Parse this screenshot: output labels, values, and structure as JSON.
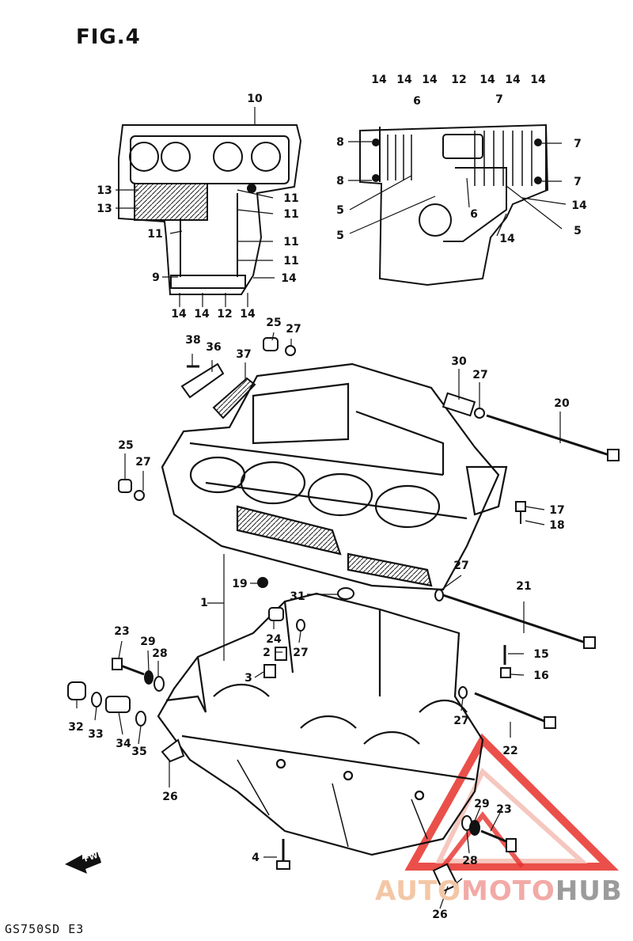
{
  "figure_title": "FIG.4",
  "model_code": "GS750SD E3",
  "watermark": {
    "part1": "AUTO",
    "part2": "MOTO",
    "part3": "HUB",
    "color_light": "#f4c7a8",
    "color_red": "#e22b25"
  },
  "fwd_label": "FWD",
  "callouts": [
    {
      "id": "c1",
      "text": "1"
    },
    {
      "id": "c2",
      "text": "2"
    },
    {
      "id": "c3",
      "text": "3"
    },
    {
      "id": "c4",
      "text": "4"
    },
    {
      "id": "c5a",
      "text": "5"
    },
    {
      "id": "c5b",
      "text": "5"
    },
    {
      "id": "c5c",
      "text": "5"
    },
    {
      "id": "c6a",
      "text": "6"
    },
    {
      "id": "c6b",
      "text": "6"
    },
    {
      "id": "c7a",
      "text": "7"
    },
    {
      "id": "c7b",
      "text": "7"
    },
    {
      "id": "c7c",
      "text": "7"
    },
    {
      "id": "c8a",
      "text": "8"
    },
    {
      "id": "c8b",
      "text": "8"
    },
    {
      "id": "c9",
      "text": "9"
    },
    {
      "id": "c10",
      "text": "10"
    },
    {
      "id": "c11a",
      "text": "11"
    },
    {
      "id": "c11b",
      "text": "11"
    },
    {
      "id": "c11c",
      "text": "11"
    },
    {
      "id": "c11d",
      "text": "11"
    },
    {
      "id": "c11e",
      "text": "11"
    },
    {
      "id": "c12a",
      "text": "12"
    },
    {
      "id": "c12b",
      "text": "12"
    },
    {
      "id": "c13a",
      "text": "13"
    },
    {
      "id": "c13b",
      "text": "13"
    },
    {
      "id": "c14a",
      "text": "14"
    },
    {
      "id": "c14b",
      "text": "14"
    },
    {
      "id": "c14c",
      "text": "14"
    },
    {
      "id": "c14d",
      "text": "14"
    },
    {
      "id": "c14e",
      "text": "14"
    },
    {
      "id": "c14f",
      "text": "14"
    },
    {
      "id": "c14g",
      "text": "14"
    },
    {
      "id": "c14h",
      "text": "14"
    },
    {
      "id": "c14i",
      "text": "14"
    },
    {
      "id": "c14j",
      "text": "14"
    },
    {
      "id": "c14k",
      "text": "14"
    },
    {
      "id": "c14l",
      "text": "14"
    },
    {
      "id": "c15",
      "text": "15"
    },
    {
      "id": "c16",
      "text": "16"
    },
    {
      "id": "c17",
      "text": "17"
    },
    {
      "id": "c18",
      "text": "18"
    },
    {
      "id": "c19",
      "text": "19"
    },
    {
      "id": "c20",
      "text": "20"
    },
    {
      "id": "c21",
      "text": "21"
    },
    {
      "id": "c22",
      "text": "22"
    },
    {
      "id": "c23a",
      "text": "23"
    },
    {
      "id": "c23b",
      "text": "23"
    },
    {
      "id": "c24",
      "text": "24"
    },
    {
      "id": "c25a",
      "text": "25"
    },
    {
      "id": "c25b",
      "text": "25"
    },
    {
      "id": "c26a",
      "text": "26"
    },
    {
      "id": "c26b",
      "text": "26"
    },
    {
      "id": "c27a",
      "text": "27"
    },
    {
      "id": "c27b",
      "text": "27"
    },
    {
      "id": "c27c",
      "text": "27"
    },
    {
      "id": "c27d",
      "text": "27"
    },
    {
      "id": "c27e",
      "text": "27"
    },
    {
      "id": "c27f",
      "text": "27"
    },
    {
      "id": "c28a",
      "text": "28"
    },
    {
      "id": "c28b",
      "text": "28"
    },
    {
      "id": "c29a",
      "text": "29"
    },
    {
      "id": "c29b",
      "text": "29"
    },
    {
      "id": "c30",
      "text": "30"
    },
    {
      "id": "c31",
      "text": "31"
    },
    {
      "id": "c32",
      "text": "32"
    },
    {
      "id": "c33",
      "text": "33"
    },
    {
      "id": "c34",
      "text": "34"
    },
    {
      "id": "c35",
      "text": "35"
    },
    {
      "id": "c36",
      "text": "36"
    },
    {
      "id": "c37",
      "text": "37"
    },
    {
      "id": "c38",
      "text": "38"
    }
  ]
}
